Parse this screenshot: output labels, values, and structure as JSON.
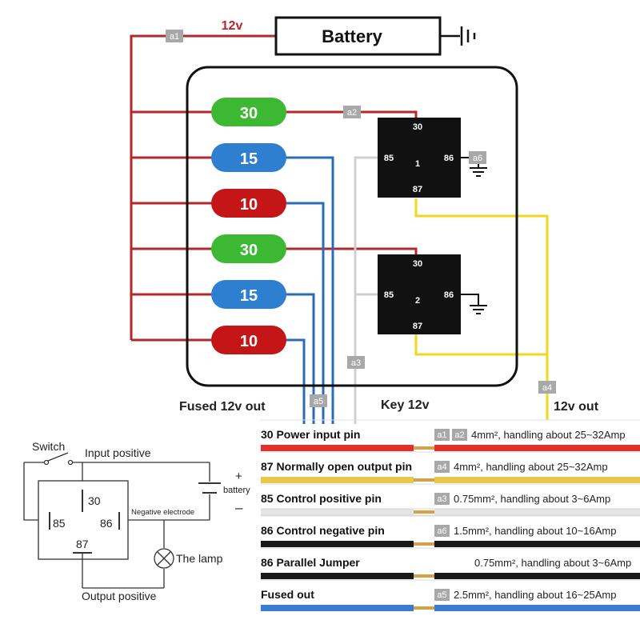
{
  "top": {
    "battery_label": "Battery",
    "voltage_label": "12v",
    "fused_out_label": "Fused 12v out",
    "key_label": "Key 12v",
    "out_label": "12v out"
  },
  "fuses": [
    "30",
    "15",
    "10",
    "30",
    "15",
    "10"
  ],
  "relays": [
    {
      "number": "1",
      "pin_top": "30",
      "pin_left": "85",
      "pin_right": "86",
      "pin_bottom": "87"
    },
    {
      "number": "2",
      "pin_top": "30",
      "pin_left": "85",
      "pin_right": "86",
      "pin_bottom": "87"
    }
  ],
  "tags": {
    "a1": "a1",
    "a2": "a2",
    "a3": "a3",
    "a4": "a4",
    "a5": "a5",
    "a6": "a6"
  },
  "schematic": {
    "switch": "Switch",
    "input_positive": "Input positive",
    "plus": "+",
    "battery": "battery",
    "minus": "–",
    "pin30": "30",
    "pin85": "85",
    "pin86": "86",
    "pin87": "87",
    "negative_electrode": "Negative electrode",
    "lamp": "The lamp",
    "output_positive": "Output positive"
  },
  "legend": [
    {
      "title": "30 Power input pin",
      "tags": [
        "a1",
        "a2"
      ],
      "desc": "4mm², handling about 25~32Amp",
      "color": "#e03030"
    },
    {
      "title": "87 Normally open output pin",
      "tags": [
        "a4"
      ],
      "desc": "4mm², handling about 25~32Amp",
      "color": "#e6c84a"
    },
    {
      "title": "85 Control positive pin",
      "tags": [
        "a3"
      ],
      "desc": "0.75mm², handling about 3~6Amp",
      "color": "#e4e4e4"
    },
    {
      "title": "86 Control negative pin",
      "tags": [
        "a6"
      ],
      "desc": "1.5mm², handling about 10~16Amp",
      "color": "#1a1a1a"
    },
    {
      "title": "86 Parallel Jumper",
      "tags": [],
      "desc": "0.75mm², handling about 3~6Amp",
      "color": "#1a1a1a"
    },
    {
      "title": "Fused out",
      "tags": [
        "a5"
      ],
      "desc": "2.5mm², handling about 16~25Amp",
      "color": "#3a7cd0"
    }
  ],
  "colors": {
    "red_wire": "#b5272b",
    "blue_wire": "#2a6db5",
    "yellow_wire": "#f2d71c",
    "grey_wire": "#cfcfcf",
    "fuse_green": "#3cb832",
    "fuse_blue": "#2f7fd1",
    "fuse_red": "#c41616",
    "tag_bg": "#a8a8a8"
  }
}
